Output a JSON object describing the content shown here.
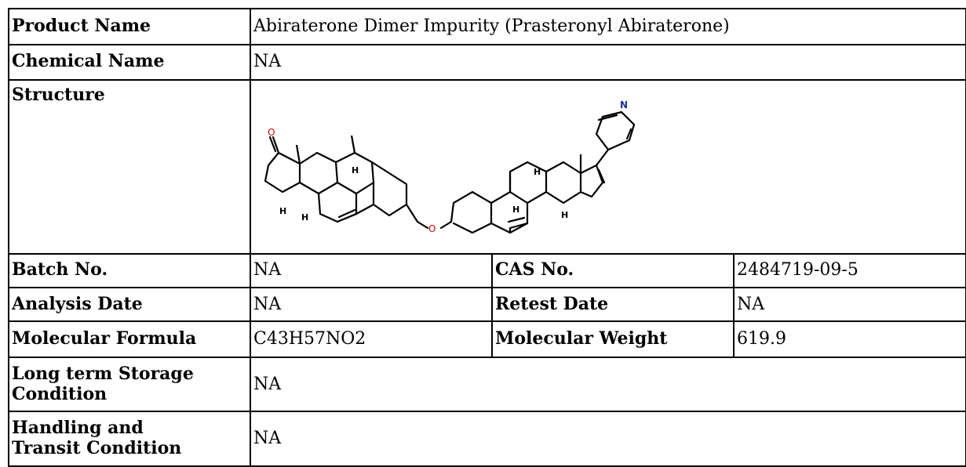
{
  "rows": {
    "product_name": {
      "label": "Product Name",
      "value": "Abiraterone Dimer Impurity (Prasteronyl Abiraterone)"
    },
    "chemical_name": {
      "label": "Chemical Name",
      "value": "NA"
    },
    "structure": {
      "label": "Structure",
      "atoms": {
        "oxygen_ketone": "O",
        "oxygen_ether": "O",
        "nitrogen": "N",
        "hydrogen": "H"
      }
    },
    "batch_no": {
      "label": "Batch No.",
      "value": "NA"
    },
    "cas_no": {
      "label": "CAS No.",
      "value": "2484719-09-5"
    },
    "analysis_date": {
      "label": "Analysis Date",
      "value": "NA"
    },
    "retest_date": {
      "label": "Retest Date",
      "value": "NA"
    },
    "molecular_formula": {
      "label": "Molecular Formula",
      "value": "C43H57NO2"
    },
    "molecular_weight": {
      "label": "Molecular Weight",
      "value": "619.9"
    },
    "storage": {
      "label_line1": "Long term Storage",
      "label_line2": "Condition",
      "value": "NA"
    },
    "handling": {
      "label_line1": "Handling and",
      "label_line2": "Transit Condition",
      "value": "NA"
    }
  }
}
